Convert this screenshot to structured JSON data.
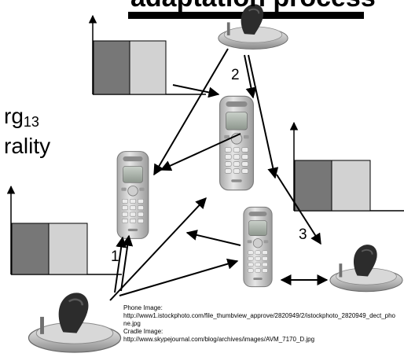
{
  "slide": {
    "title": "adaptation process",
    "bullet_a_main": "rg",
    "bullet_a_sub": "13",
    "bullet_b": "rality"
  },
  "steps": {
    "one": "1",
    "two": "2",
    "three": "3"
  },
  "credits": {
    "phone_heading": "Phone Image:",
    "phone_url": "http://www1.istockphoto.com/file_thumbview_approve/2820949/2/istockphoto_2820949_dect_phone.jpg",
    "cradle_heading": "Cradle Image:",
    "cradle_url": "http://www.skypejournal.com/blog/archives/images/AVM_7170_D.jpg"
  },
  "colors": {
    "bar_dark": "#777777",
    "bar_light": "#d2d2d2",
    "arrow": "#000000",
    "title_bar": "#000000"
  },
  "icons": {
    "cradle": "dect-base-station-icon",
    "handset": "dect-handset-icon",
    "chart": "bar-chart-icon"
  }
}
